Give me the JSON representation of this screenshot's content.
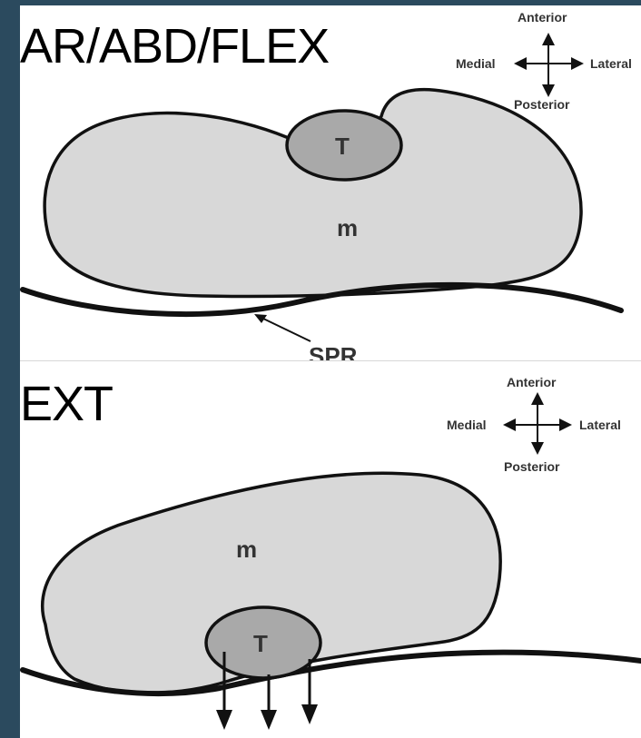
{
  "colors": {
    "frame": "#2b4a5e",
    "panel_background": "#ffffff",
    "muscle_fill": "#d8d8d8",
    "tendon_fill": "#a9a9a9",
    "outline": "#111111"
  },
  "panels": [
    {
      "title": "AR/ABD/FLEX",
      "compass": {
        "anterior": "Anterior",
        "posterior": "Posterior",
        "medial": "Medial",
        "lateral": "Lateral"
      },
      "muscle_label": "m",
      "tendon_label": "T",
      "retinaculum_label": "SPR"
    },
    {
      "title": "EXT",
      "compass": {
        "anterior": "Anterior",
        "posterior": "Posterior",
        "medial": "Medial",
        "lateral": "Lateral"
      },
      "muscle_label": "m",
      "tendon_label": "T"
    }
  ]
}
